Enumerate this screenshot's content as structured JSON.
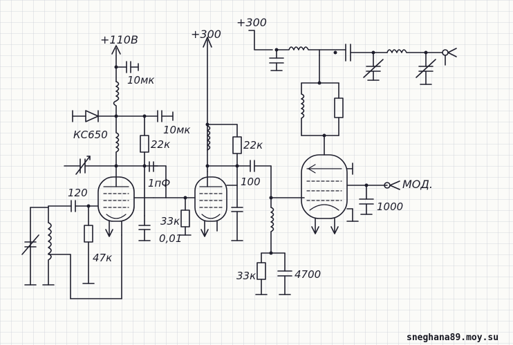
{
  "schematic": {
    "supply_110": "+110В",
    "supply_300_a": "+300",
    "supply_300_b": "+300",
    "cap_10uf_a": "10мк",
    "cap_10uf_b": "10мк",
    "zener": "КС650",
    "res_22k_a": "22к",
    "res_22k_b": "22к",
    "cap_1pf": "1пФ",
    "cap_120": "120",
    "cap_100": "100",
    "res_47k": "47к",
    "res_33k_a": "33к",
    "cap_001": "0,01",
    "res_33k_b": "33к",
    "cap_4700": "4700",
    "cap_1000": "1000",
    "mod_label": "МОД."
  },
  "watermark": "sneghana89.moy.su",
  "colors": {
    "ink": "#1d1d2b",
    "paper": "#fbfbf8",
    "grid": "#c9cdd6"
  }
}
